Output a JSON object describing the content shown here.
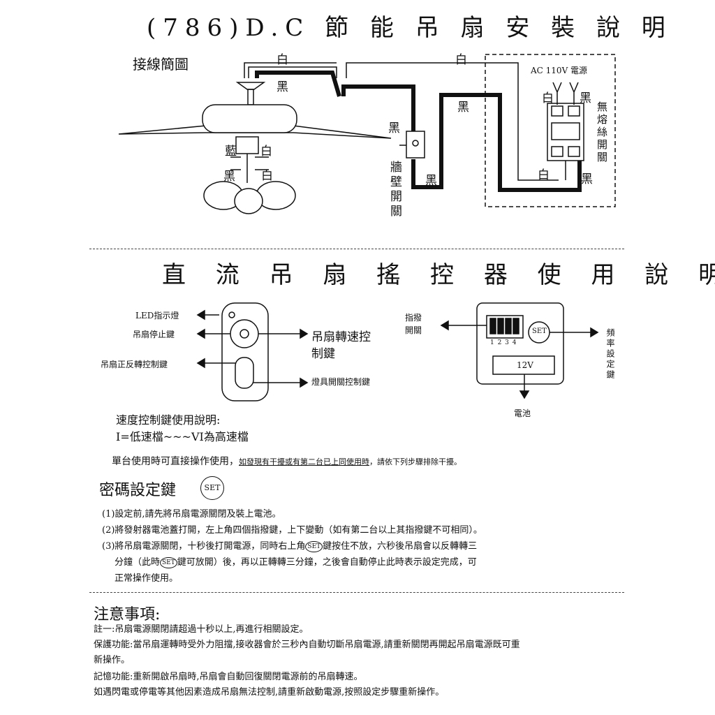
{
  "title": "(786)D.C 節 能 吊 扇 安 裝 說 明",
  "wiring": {
    "heading": "接線簡圖",
    "white": "白",
    "black": "黑",
    "blue": "藍",
    "power": "AC 110V 電源",
    "breaker": "無熔絲開關",
    "wall_switch": "牆壁開關"
  },
  "remote_title": "直 流 吊 扇 搖 控 器 使 用 說 明",
  "remote": {
    "led": "LED指示燈",
    "stop": "吊扇停止鍵",
    "reverse": "吊扇正反轉控制鍵",
    "speed_line1": "吊扇轉速控",
    "speed_line2": "制鍵",
    "light": "燈具開關控制鍵"
  },
  "receiver": {
    "dip_line1": "指撥",
    "dip_line2": "開關",
    "dip_nums": "1 2 3 4",
    "set": "SET",
    "voltage": "12V",
    "battery": "電池",
    "freq": "頻率設定鍵"
  },
  "speed": {
    "line1": "速度控制鍵使用說明:",
    "line2": "I=低速檔~~~VI為高速檔"
  },
  "single_use": {
    "main": "單台使用時可直接操作使用，",
    "underline": "如發現有干擾或有第二台已上同使用時",
    "tail": "，請依下列步驟排除干擾。"
  },
  "password": {
    "heading": "密碼設定鍵",
    "set": "SET",
    "step1": "(1)設定前,請先將吊扇電源關閉及裝上電池。",
    "step2": "(2)將發射器電池蓋打開，左上角四個指撥鍵，上下變動（如有第二台以上其指撥鍵不可相同）。",
    "step3a": "(3)將吊扇電源關閉，十秒後打開電源，同時右上角",
    "step3b": "鍵按住不放，六秒後吊扇會以反轉轉三",
    "step3c": "分鐘（此時",
    "step3d": "鍵可放開）後，再以正轉轉三分鐘，之後會自動停止此時表示設定完成，可",
    "step3e": "正常操作使用。"
  },
  "notes": {
    "heading": "注意事項:",
    "n1": "註一:吊扇電源關閉請超過十秒以上,再進行相關設定。",
    "n2a": "保護功能:當吊扇運轉時受外力阻擋,接收器會於三秒內自動切斷吊扇電源,請重新關閉再開起吊扇電源既可重",
    "n2b": "新操作。",
    "n3": "記憶功能:重新開啟吊扇時,吊扇會自動回復關閉電源前的吊扇轉速。",
    "n4": "如遇閃電或停電等其他因素造成吊扇無法控制,請重新啟動電源,按照設定步驟重新操作。"
  }
}
